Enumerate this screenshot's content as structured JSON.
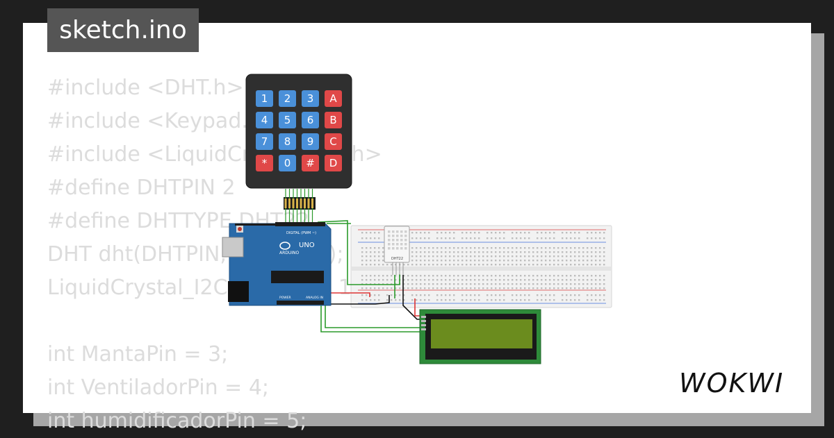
{
  "tab": {
    "filename": "sketch.ino"
  },
  "code_lines": [
    "#include <DHT.h>",
    "#include <Keypad.h>",
    "#include <LiquidCrystal_I2C.h>",
    "#define DHTPIN 2",
    "#define DHTTYPE DHT22",
    "DHT dht(DHTPIN, DHTTYPE);",
    "LiquidCrystal_I2C lcd(0x27, 16, 2);",
    "",
    "int MantaPin = 3;",
    "int VentiladorPin = 4;",
    "int humidificadorPin = 5;"
  ],
  "keypad": {
    "keys": [
      "1",
      "2",
      "3",
      "A",
      "4",
      "5",
      "6",
      "B",
      "7",
      "8",
      "9",
      "C",
      "*",
      "0",
      "#",
      "D"
    ],
    "colors": {
      "digit": "#4a90d9",
      "letter": "#e04848",
      "body": "#2f2f2f"
    }
  },
  "arduino": {
    "brand": "ARDUINO",
    "model": "UNO",
    "digital_label": "DIGITAL (PWM ~)",
    "power_label": "POWER",
    "analog_label": "ANALOG IN",
    "color": "#2a6aa8"
  },
  "sensor": {
    "label": "DHT22"
  },
  "lcd": {
    "color": "#2e8b3a",
    "screen_color": "#6b8c1e"
  },
  "logo": {
    "text": "WOKWI"
  },
  "colors": {
    "background": "#1f1f1f",
    "code_text": "#dcdcdc",
    "tab_bg": "#555555"
  }
}
